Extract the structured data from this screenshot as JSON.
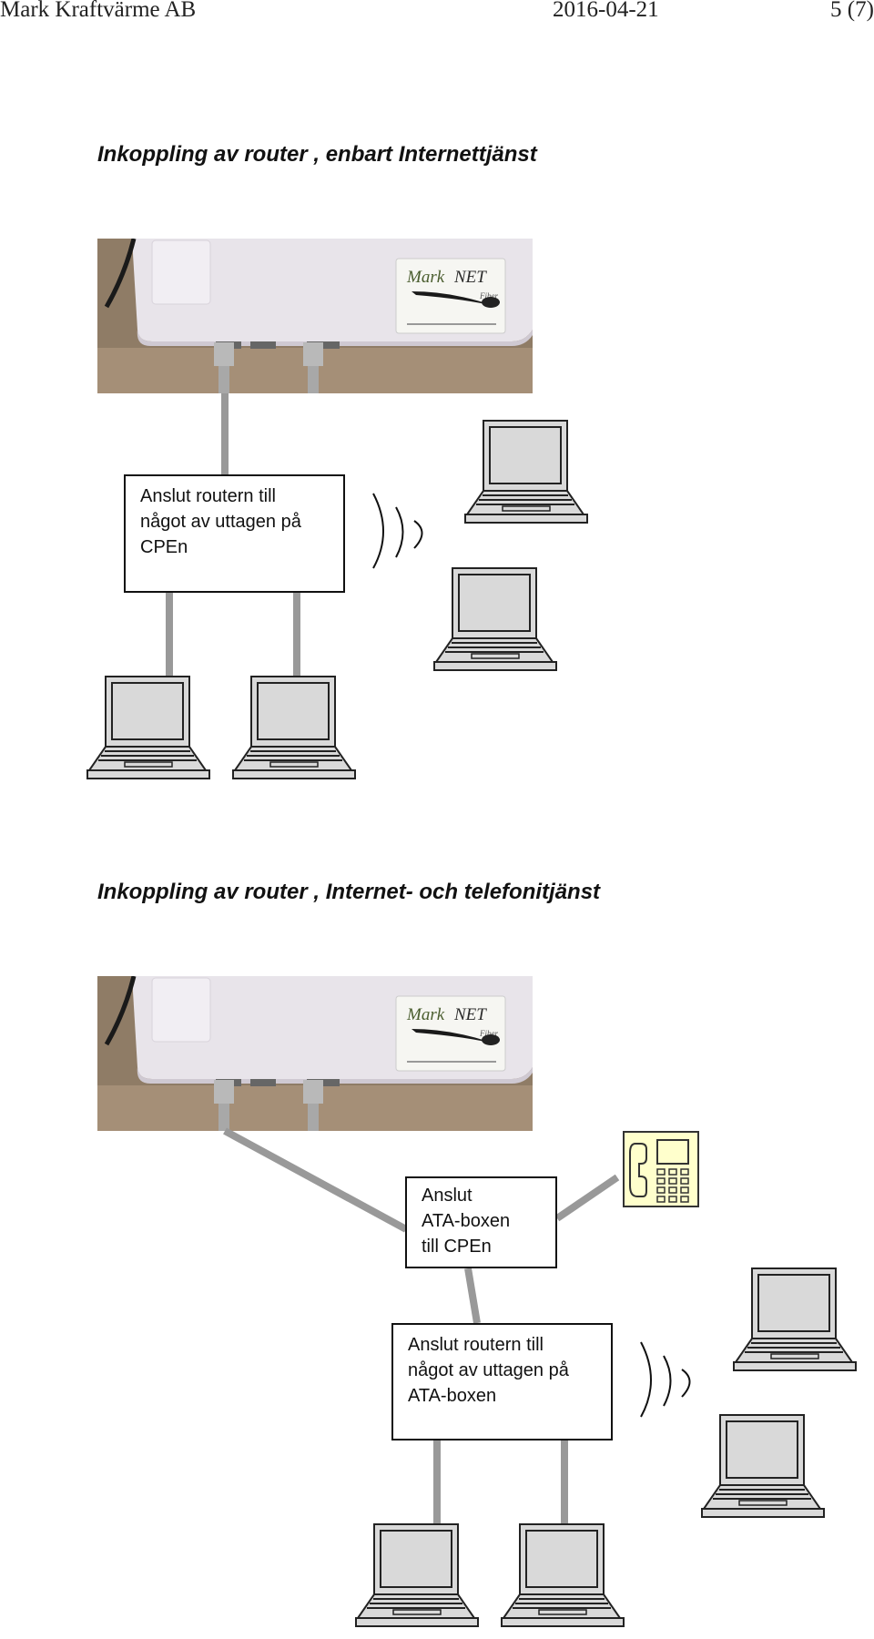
{
  "header": {
    "company": "Mark Kraftvärme AB",
    "date": "2016-04-21",
    "page": "5 (7)"
  },
  "section1": {
    "title": "Inkoppling av router ,  enbart  Internettjänst",
    "box": {
      "line1": "Anslut routern till",
      "line2": "något av uttagen på",
      "line3": "CPEn"
    }
  },
  "section2": {
    "title": "Inkoppling av router ,  Internet- och  telefonitjänst",
    "ata_box": {
      "line1": "Anslut",
      "line2": "ATA-boxen",
      "line3": "till CPEn"
    },
    "router_box": {
      "line1": "Anslut routern till",
      "line2": "något av uttagen på",
      "line3": "ATA-boxen"
    }
  },
  "device_label": {
    "brand": "Mark",
    "product": "NET",
    "sub": "Fiber"
  },
  "colors": {
    "cable": "#999999",
    "phone_fill": "#ffffcc",
    "laptop_fill": "#d9d9d9"
  }
}
